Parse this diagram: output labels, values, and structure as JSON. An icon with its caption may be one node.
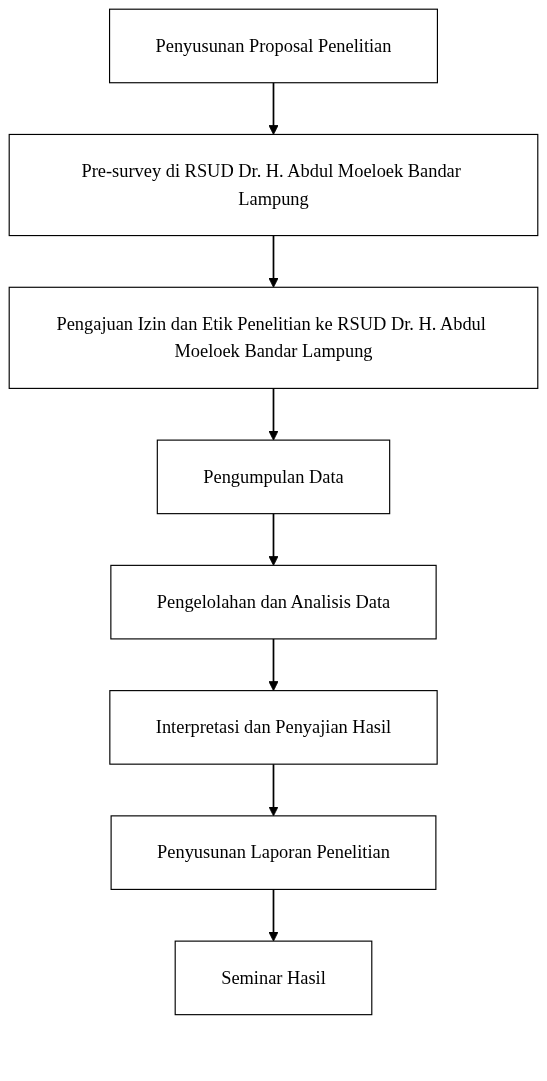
{
  "diagram": {
    "nodes": [
      {
        "text": [
          "Penyusunan Proposal Penelitian"
        ]
      },
      {
        "text": [
          "Pre-survey di RSUD Dr. H. Abdul Moeloek Bandar Lampung"
        ]
      },
      {
        "text": [
          "Pengajuan Izin dan Etik Penelitian ke RSUD Dr. H. Abdul Moeloek Bandar Lampung"
        ]
      },
      {
        "text": [
          "Pengumpulan Data"
        ]
      },
      {
        "text": [
          "Pengelolahan dan Analisis Data"
        ]
      },
      {
        "text": [
          "Interpretasi dan Penyajian Hasil"
        ]
      },
      {
        "text": [
          "Penyusunan Laporan Penelitian"
        ]
      },
      {
        "text": [
          "Seminar Hasil"
        ]
      }
    ],
    "edges": [
      {
        "from": 0,
        "to": 1,
        "arrow": "to"
      },
      {
        "from": 1,
        "to": 2,
        "arrow": "to"
      },
      {
        "from": 2,
        "to": 3,
        "arrow": "to"
      },
      {
        "from": 3,
        "to": 4,
        "arrow": "to"
      },
      {
        "from": 4,
        "to": 5,
        "arrow": "to"
      },
      {
        "from": 5,
        "to": 6,
        "arrow": "to"
      },
      {
        "from": 6,
        "to": 7,
        "arrow": "to"
      }
    ]
  }
}
